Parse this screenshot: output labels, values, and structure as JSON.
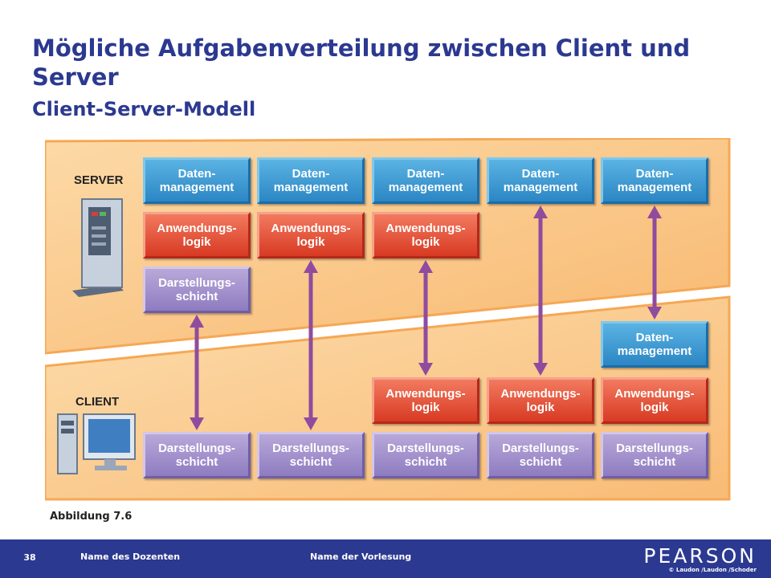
{
  "slide": {
    "title": "Mögliche Aufgabenverteilung zwischen Client und Server",
    "subtitle": "Client-Server-Modell",
    "caption": "Abbildung 7.6"
  },
  "diagram": {
    "server_label": "SERVER",
    "client_label": "CLIENT",
    "layers": {
      "daten": "Daten-\nmanagement",
      "anwendung": "Anwendungs-\nlogik",
      "darstellung": "Darstellungs-\nschicht"
    },
    "colors": {
      "background": "#fbc98d",
      "daten": "#3d9ad3",
      "anwendung": "#e5533a",
      "darstellung": "#a393cf",
      "arrow": "#8f4c9e"
    }
  },
  "footer": {
    "page_number": "38",
    "lecturer": "Name des Dozenten",
    "course": "Name der Vorlesung",
    "brand": "PEARSON",
    "copyright": "© Laudon /Laudon /Schoder"
  }
}
